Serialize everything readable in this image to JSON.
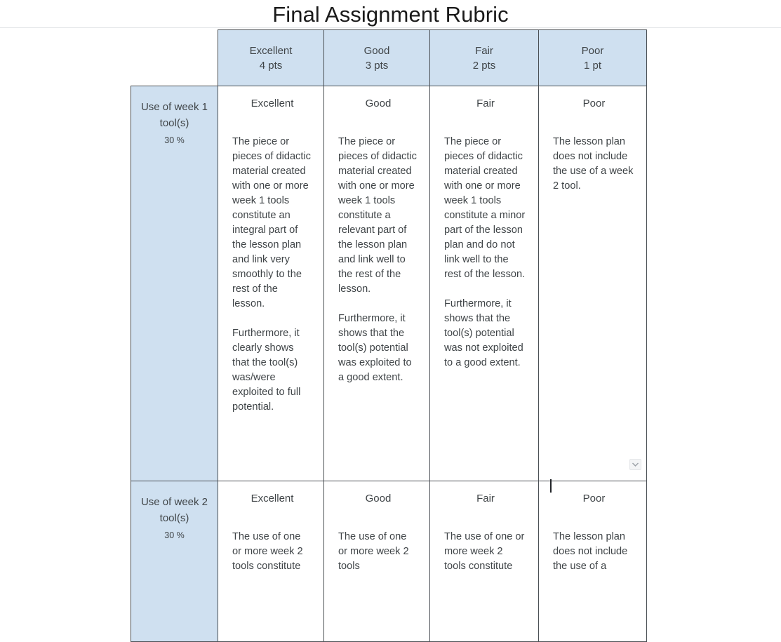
{
  "page": {
    "title": "Final Assignment Rubric"
  },
  "rubric": {
    "header": {
      "corner_label": "",
      "ratings": [
        {
          "name": "Excellent",
          "points": "4 pts"
        },
        {
          "name": "Good",
          "points": "3 pts"
        },
        {
          "name": "Fair",
          "points": "2 pts"
        },
        {
          "name": "Poor",
          "points": "1 pt"
        }
      ]
    },
    "rows": [
      {
        "criterion": {
          "name": "Use of week 1 tool(s)",
          "weight": "30 %"
        },
        "cells": [
          {
            "title": "Excellent",
            "paragraphs": [
              "The piece or pieces of didactic material created with one or more week 1 tools constitute an integral part of the lesson plan and link very smoothly to the rest of the lesson.",
              "Furthermore, it clearly shows that the tool(s) was/were exploited to full potential."
            ]
          },
          {
            "title": "Good",
            "paragraphs": [
              "The piece or pieces of didactic material created with one or more week 1 tools constitute a relevant part of the lesson plan and link well to the rest of the lesson.",
              "Furthermore, it shows that the tool(s) potential was exploited to a good extent."
            ]
          },
          {
            "title": "Fair",
            "paragraphs": [
              "The piece or pieces of didactic material created with one or more week 1 tools constitute a minor part of the lesson plan and do not link well to the rest of the lesson.",
              "Furthermore, it shows that the tool(s) potential was not exploited to a good extent."
            ]
          },
          {
            "title": "Poor",
            "paragraphs": [
              "The lesson plan does not include the use of a week 2 tool."
            ]
          }
        ]
      },
      {
        "criterion": {
          "name": "Use of week 2 tool(s)",
          "weight": "30 %"
        },
        "cells": [
          {
            "title": "Excellent",
            "paragraphs": [
              "The use of one or more week 2 tools constitute"
            ]
          },
          {
            "title": "Good",
            "paragraphs": [
              "The use of one or more week 2 tools"
            ]
          },
          {
            "title": "Fair",
            "paragraphs": [
              "The use of one or more week 2 tools constitute"
            ]
          },
          {
            "title": "Poor",
            "paragraphs": [
              "The lesson plan does not include the use of a"
            ]
          }
        ]
      }
    ]
  },
  "widgets": {
    "dropdown_icon": "chevron-down-icon",
    "text_caret": "text-cursor"
  },
  "colors": {
    "header_fill": "#cfe0f0",
    "border": "#4a4f54",
    "text": "#3f4447",
    "title_text": "#1a1a1a",
    "cell_fill": "#ffffff"
  }
}
